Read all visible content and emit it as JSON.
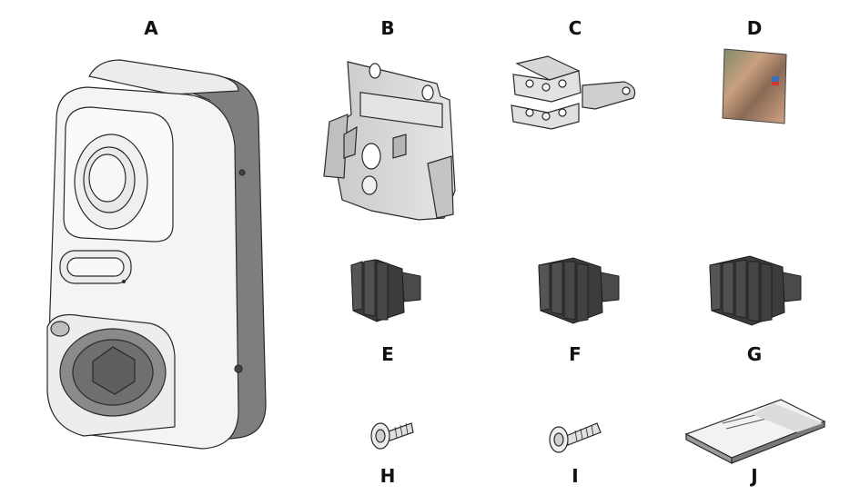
{
  "labels": {
    "A": "A",
    "B": "B",
    "C": "C",
    "D": "D",
    "E": "E",
    "F": "F",
    "G": "G",
    "H": "H",
    "I": "I",
    "J": "J"
  },
  "colors": {
    "outline": "#2a2a2a",
    "device_white": "#f4f4f4",
    "device_side": "#7e7e7e",
    "metal": "#d4d4d4",
    "connector_dark": "#3c3c3c",
    "card_warm": "#b9876b"
  }
}
